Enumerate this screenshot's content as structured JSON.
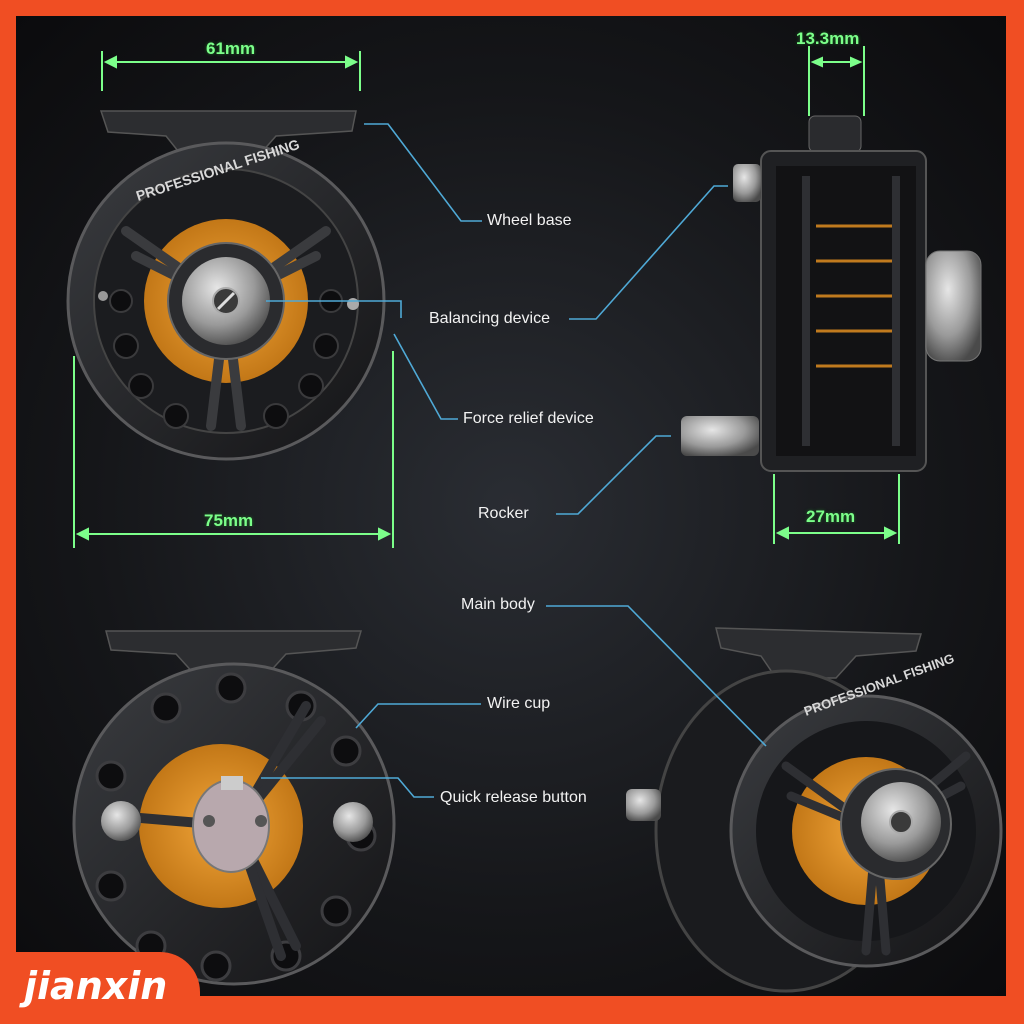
{
  "labels": {
    "wheel_base": "Wheel base",
    "balancing_device": "Balancing device",
    "force_relief_device": "Force relief device",
    "rocker": "Rocker",
    "main_body": "Main body",
    "wire_cup": "Wire cup",
    "quick_release_button": "Quick release button"
  },
  "dimensions": {
    "width_top": "61mm",
    "width_bottom": "75mm",
    "foot_width": "13.3mm",
    "depth": "27mm"
  },
  "reel_text": "PROFESSIONAL FISHING",
  "brand": "jianxin",
  "colors": {
    "border": "#f04e23",
    "dimension_green": "#7cff8a",
    "leader_blue": "#4fa9d6",
    "spool_orange": "#d98a1e"
  }
}
